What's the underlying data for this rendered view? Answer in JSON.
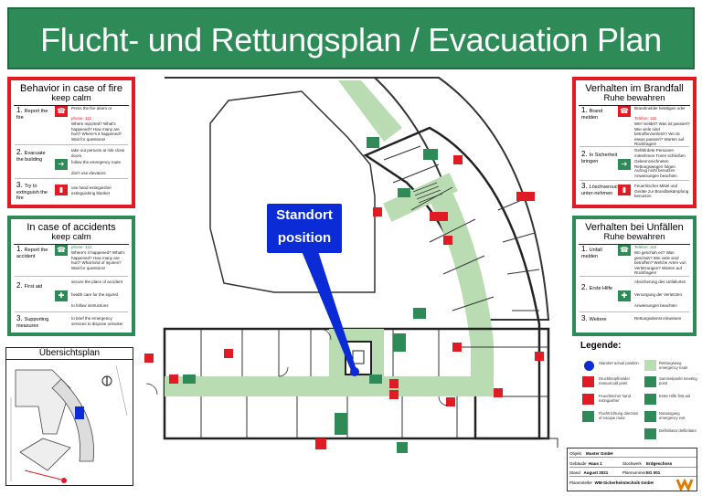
{
  "header": {
    "title": "Flucht- und Rettungsplan / Evacuation Plan"
  },
  "panels": {
    "fire_en": {
      "title": "Behavior in case of fire",
      "subtitle": "keep calm",
      "steps": [
        {
          "num": "1.",
          "label": "Report the fire"
        },
        {
          "num": "2.",
          "label": "Evacuate the building"
        },
        {
          "num": "3.",
          "label": "Try to extinguish the fire"
        }
      ],
      "texts": [
        "Press the fire alarm or",
        "phone:  112",
        "Where reported? What's happened? How many are hurt? Where's it happened? Wait for questions!",
        "take out persons at risk close doors",
        "follow the emergency route",
        "don't use elevators",
        "use hand extinguisher extinguishing blanket"
      ]
    },
    "accident_en": {
      "title": "In case of accidents",
      "subtitle": "keep calm",
      "steps": [
        {
          "num": "1.",
          "label": "Report the accident"
        },
        {
          "num": "2.",
          "label": "First aid"
        },
        {
          "num": "3.",
          "label": "Supporting measures"
        }
      ],
      "texts": [
        "phone:  112",
        "Where's it happened? What's happened? How many are hurt? What kind of injuries? Wait for questions!",
        "secure the place of accident",
        "health care for the injured",
        "to follow instructions",
        "to brief the emergency services to dispose onlooker"
      ]
    },
    "fire_de": {
      "title": "Verhalten im Brandfall",
      "subtitle": "Ruhe bewahren",
      "steps": [
        {
          "num": "1.",
          "label": "Brand melden"
        },
        {
          "num": "2.",
          "label": "In Sicherheit bringen"
        },
        {
          "num": "3.",
          "label": "Löschversuch unter-nehmen"
        }
      ],
      "texts": [
        "Brandmelder betätigen oder",
        "Telefon:  112",
        "Wer meldet? Was ist passiert? Wie viele sind betroffen/verletzt? Wo ist etwas passiert? Warten auf Rückfragen!",
        "Gefährdete Personen mitnehmen Türen schließen",
        "Gekennzeichneten Rettungswegen folgen",
        "Aufzug nicht benutzen",
        "Anweisungen beachten",
        "Feuerlöscher Mittel und Geräte zur Brandbekämpfung benutzen"
      ]
    },
    "accident_de": {
      "title": "Verhalten bei Unfällen",
      "subtitle": "Ruhe bewahren",
      "steps": [
        {
          "num": "1.",
          "label": "Unfall melden"
        },
        {
          "num": "2.",
          "label": "Erste Hilfe"
        },
        {
          "num": "3.",
          "label": "Weitere"
        }
      ],
      "texts": [
        "Telefon:  112",
        "Wo geschah es? Was geschah? Wie viele sind betroffen? Welche Arten von Verletzungen? Warten auf Rückfragen!",
        "Absicherung des Unfallortes",
        "Versorgung der Verletzten",
        "Anweisungen beachten",
        "Rettungsdienst einweisen"
      ]
    }
  },
  "callout": {
    "line1": "Standort",
    "line2": "position"
  },
  "overview": {
    "title": "Übersichtsplan"
  },
  "legend": {
    "title": "Legende:",
    "items": [
      {
        "label": "Standort actual position",
        "icon": "location-dot-icon"
      },
      {
        "label": "Rettungsweg emergency route",
        "icon": "escape-route-swatch-icon"
      },
      {
        "label": "Druckknopfmelder manual call point",
        "icon": "alarm-button-icon"
      },
      {
        "label": "Sammelpunkt meeting point",
        "icon": "assembly-point-icon"
      },
      {
        "label": "Feuerlöscher hand extinguisher",
        "icon": "fire-extinguisher-icon"
      },
      {
        "label": "Erste Hilfe first aid",
        "icon": "first-aid-icon"
      },
      {
        "label": "Fluchtrichtung direction of escape route",
        "icon": "escape-arrow-icon"
      },
      {
        "label": "Notausgang emergency exit",
        "icon": "emergency-exit-icon"
      },
      {
        "label": "Defibrilator defibrilator",
        "icon": "defibrillator-icon"
      }
    ]
  },
  "title_block": {
    "objekt_label": "Objekt",
    "objekt_value": "Muster GmbH",
    "gebaeude_label": "Gebäude",
    "gebaeude_value": "Haus 1",
    "stockwerk_label": "Stockwerk",
    "stockwerk_value": "Erdgeschoss",
    "stand_label": "Stand",
    "stand_value": "August 2021",
    "plannummer_label": "Plannummer",
    "plannummer_value": "EG 001",
    "ersteller_label": "Planersteller",
    "ersteller_value": "WM-Sicherheitstechnik GmbH"
  },
  "colors": {
    "header_green": "#2e8b57",
    "alarm_red": "#e01b24",
    "route_green": "#b9dcb2",
    "position_blue": "#0a2bd6"
  }
}
